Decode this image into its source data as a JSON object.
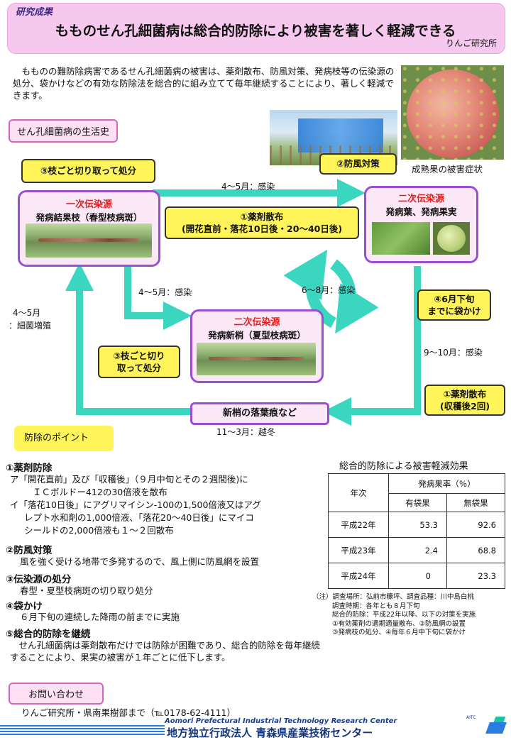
{
  "header": {
    "category": "研究成果",
    "title": "もものせん孔細菌病は総合的防除により被害を著しく軽減できる",
    "org": "りんご研究所"
  },
  "intro": "　もものの難防除病害であるせん孔細菌病の被害は、薬剤散布、防風対策、発病枝等の伝染源の処分、袋かけなどの有効な防除法を総合的に組み立てて毎年継続することにより、著しく軽減できます。",
  "photos": {
    "symptom_caption": "成熟果の被害症状"
  },
  "lifecycle": {
    "label": "せん孔細菌病の生活史",
    "primary_source_title": "一次伝染源",
    "primary_source_sub": "発病結果枝（春型枝病斑）",
    "secondary_leaf_title": "二次伝染源",
    "secondary_leaf_sub": "発病葉、発病果実",
    "secondary_shoot_title": "二次伝染源",
    "secondary_shoot_sub": "発病新梢（夏型枝病斑）",
    "leaf_scar": "新梢の落葉痕など",
    "flows": {
      "apr_may_top": "4～5月：感染",
      "apr_may_mid": "4～5月：感染",
      "jun_aug": "6～8月：感染",
      "sep_oct": "9～10月：感染",
      "apr_may_left_1": "4～5月",
      "apr_may_left_2": "：細菌増殖",
      "nov_mar": "11～3月：越冬"
    },
    "measures": {
      "cut_top": "③枝ごと切り取って処分",
      "windbreak": "②防風対策",
      "spray1_line1": "①薬剤散布",
      "spray1_line2": "(開花直前・落花10日後・20～40日後)",
      "bagging_line1": "④6月下旬",
      "bagging_line2": "までに袋かけ",
      "cut_mid_line1": "③枝ごと切り",
      "cut_mid_line2": "取って処分",
      "spray2_line1": "①薬剤散布",
      "spray2_line2": "(収穫後2回)"
    }
  },
  "points": {
    "label": "防除のポイント",
    "s1_head": "①薬剤防除",
    "s1_a1": "ア「開花直前」及び「収穫後」（９月中旬とその２週間後)に",
    "s1_a2": "ＩＣボルドー412の30倍液を散布",
    "s1_b1": "イ「落花10日後」にアグリマイシン-100の1,500倍液又はアグ",
    "s1_b2": "レプト水和剤の1,000倍液、「落花20～40日後」にマイコ",
    "s1_b3": "シールドの2,000倍液も１～２回散布",
    "s2_head": "②防風対策",
    "s2_body": "風を強く受ける地帯で多発するので、風上側に防風網を設置",
    "s3_head": "③伝染源の処分",
    "s3_body": "春型・夏型枝病斑の切り取り処分",
    "s4_head": "④袋かけ",
    "s4_body": "６月下旬の連続した降雨の前までに実施",
    "s5_head": "⑤総合的防除を継続",
    "s5_body": "　せん孔細菌病は薬剤散布だけでは防除が困難であり、総合的防除を毎年継続することにより、果実の被害が１年ごとに低下します。"
  },
  "effect_table": {
    "caption": "総合的防除による被害軽減効果",
    "col_year": "年次",
    "col_rate": "発病果率（％）",
    "col_bag": "有袋果",
    "col_nobag": "無袋果",
    "rows": [
      {
        "year": "平成22年",
        "bag": "53.3",
        "nobag": "92.6"
      },
      {
        "year": "平成23年",
        "bag": "2.4",
        "nobag": "68.8"
      },
      {
        "year": "平成24年",
        "bag": "0",
        "nobag": "23.3"
      }
    ],
    "notes": [
      "（注）調査場所：弘前市糠坪、調査品種：川中島白桃",
      "調査時期：各年とも８月下旬",
      "総合的防除：平成22年以降、以下の対策を実施",
      "①有効薬剤の適期適量散布、②防風網の設置",
      "③発病枝の処分、④毎年６月中下旬に袋かけ"
    ]
  },
  "contact": {
    "label": "お問い合わせ",
    "text": "りんご研究所・県南果樹部まで（℡0178-62-4111）"
  },
  "footer": {
    "english": "Aomori Prefectural Industrial Technology Research Center",
    "japanese": "地方独立行政法人 青森県産業技術センター",
    "logo_text": "AITC"
  },
  "colors": {
    "title_bg": "#f7c8ee",
    "arrow": "#3bd6c0",
    "yellow": "#fff55a",
    "footer_blue": "#2a7de0"
  }
}
